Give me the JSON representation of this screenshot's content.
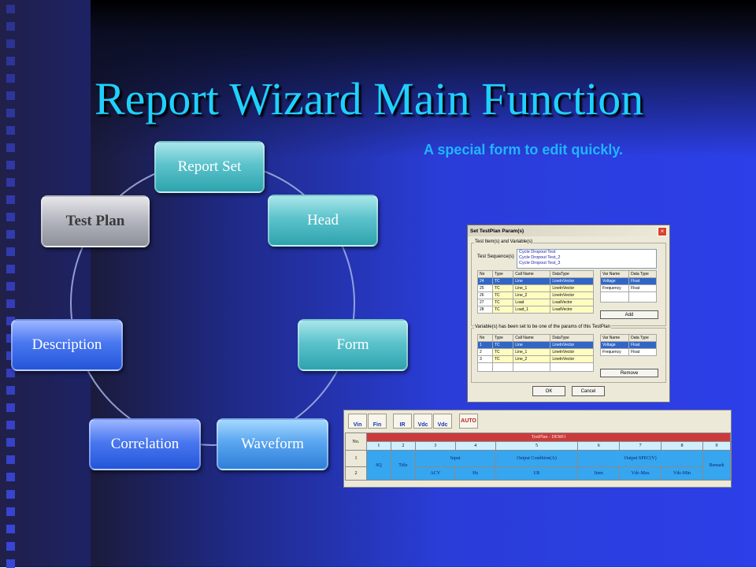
{
  "title": "Report Wizard Main Function",
  "subtitle": "A special form to edit quickly.",
  "cycle": {
    "nodes": [
      "Report Set",
      "Head",
      "Form",
      "Waveform",
      "Correlation",
      "Description",
      "Test Plan"
    ]
  },
  "dialog": {
    "title": "Set TestPlan Param(s)",
    "group1_label": "Test Item(s) and Variable(s)",
    "seq_label": "Test Sequence(s)",
    "sequences": [
      "Cycle Dropout Test",
      "Cycle Dropout Test_2",
      "Cycle Dropout Test_3"
    ],
    "table_headers": [
      "No",
      "Type",
      "Call Name",
      "DataType"
    ],
    "rows": [
      [
        "24",
        "TC",
        "Line",
        "LineInVector"
      ],
      [
        "25",
        "TC",
        "Line_1",
        "LineInVector"
      ],
      [
        "26",
        "TC",
        "Line_2",
        "LineInVector"
      ],
      [
        "27",
        "TC",
        "Load",
        "LoadVector"
      ],
      [
        "28",
        "TC",
        "Load_1",
        "LoadVector"
      ]
    ],
    "var_headers": [
      "Var Name",
      "Data Type"
    ],
    "vars": [
      [
        "Voltage",
        "Float"
      ],
      [
        "Frequency",
        "Float"
      ]
    ],
    "add_label": "Add",
    "group2_label": "Variable(s) has been set to be one of the params of this TestPlan",
    "rows2": [
      [
        "1",
        "TC",
        "Line",
        "LineInVector"
      ],
      [
        "2",
        "TC",
        "Line_1",
        "LineInVector"
      ],
      [
        "3",
        "TC",
        "Line_2",
        "LineInVector"
      ]
    ],
    "vars2": [
      [
        "Voltage",
        "Float"
      ],
      [
        "Frequency",
        "Float"
      ]
    ],
    "remove_label": "Remove",
    "ok_label": "OK",
    "cancel_label": "Cancel"
  },
  "grid": {
    "tools": [
      "Vin",
      "Fin",
      "IR",
      "Vdc",
      "Vdc",
      "AUTO"
    ],
    "no_label": "No.",
    "banner": "TestPlan - DEMO",
    "col_numbers": [
      "1",
      "2",
      "3",
      "4",
      "5",
      "6",
      "7",
      "8",
      "9"
    ],
    "row1": [
      "SQ",
      "Title",
      "Input",
      "Output Condition(A)",
      "Output SPEC(V)",
      "Remark"
    ],
    "row2": [
      "ACV",
      "Hz",
      "I/R",
      "Item",
      "Vdc-Max",
      "Vdc-Min"
    ],
    "row_numbers": [
      "1",
      "2"
    ]
  }
}
